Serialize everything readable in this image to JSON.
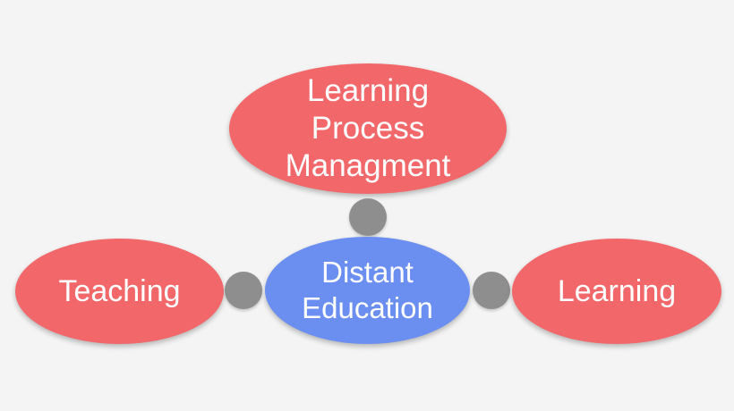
{
  "colors": {
    "background": "#f4f4f4",
    "outer_node": "#f2686a",
    "center_node": "#6b8ff0",
    "connector": "#8e8e8e",
    "text": "#ffffff"
  },
  "diagram": {
    "center": {
      "label": "Distant\nEducation"
    },
    "nodes": {
      "top": {
        "label": "Learning\nProcess\nManagment"
      },
      "left": {
        "label": "Teaching"
      },
      "right": {
        "label": "Learning"
      }
    }
  }
}
